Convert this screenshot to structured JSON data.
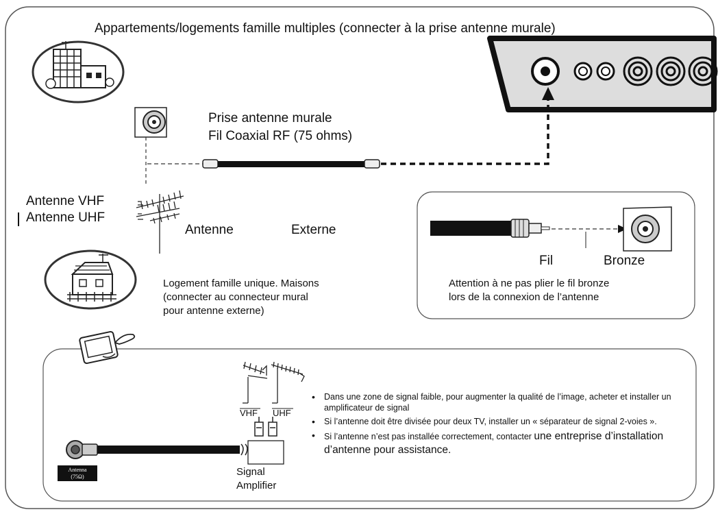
{
  "title": "Appartements/logements famille multiples (connecter à la prise antenne murale)",
  "wall_outlet": {
    "line1": "Prise antenne murale",
    "line2": "Fil Coaxial RF (75 ohms)"
  },
  "outdoor_antenna": {
    "vhf": "Antenne VHF",
    "uhf": "Antenne UHF",
    "word1": "Antenne",
    "word2": "Externe",
    "house_caption": [
      "Logement famille unique. Maisons",
      "(connecter au connecteur mural",
      "pour antenne externe)"
    ]
  },
  "inset": {
    "fil": "Fil",
    "bronze": "Bronze",
    "caption": [
      "Attention à ne pas plier le fil bronze",
      "lors de la connexion de l’antenne"
    ]
  },
  "tips": {
    "vhf_label": "VHF",
    "uhf_label": "UHF",
    "plate_line1": "Antenna",
    "plate_line2": "(75Ω)",
    "amplifier_line1": "Signal",
    "amplifier_line2": "Amplifier",
    "bullet1": "Dans une zone de signal faible, pour augmenter la qualité de l’image, acheter et installer un amplificateur de signal",
    "bullet2": "Si l’antenne doit être divisée pour deux TV, installer un « séparateur de signal 2-voies ».",
    "bullet3a": "Si l’antenne n’est pas installée correctement, contacter ",
    "bullet3b": "une entreprise d’installation d’antenne pour assistance."
  }
}
